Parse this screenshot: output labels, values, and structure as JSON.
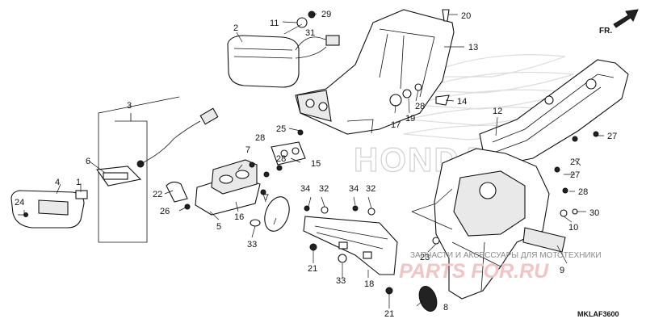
{
  "diagram": {
    "part_code": "MKLAF3600",
    "direction_label": "FR.",
    "brand_watermark": "HONDA",
    "watermark_text": "ЗАПЧАСТИ И АКСЕССУАРЫ ДЛЯ МОТОТЕХНИКИ",
    "watermark_logo": "PARTS FOR.RU",
    "callouts": [
      {
        "id": "c1",
        "text": "1"
      },
      {
        "id": "c2",
        "text": "2"
      },
      {
        "id": "c3",
        "text": "3"
      },
      {
        "id": "c4",
        "text": "4"
      },
      {
        "id": "c5",
        "text": "5"
      },
      {
        "id": "c6",
        "text": "6"
      },
      {
        "id": "c7a",
        "text": "7"
      },
      {
        "id": "c7b",
        "text": "7"
      },
      {
        "id": "c8",
        "text": "8"
      },
      {
        "id": "c9",
        "text": "9"
      },
      {
        "id": "c10",
        "text": "10"
      },
      {
        "id": "c11",
        "text": "11"
      },
      {
        "id": "c12",
        "text": "12"
      },
      {
        "id": "c13",
        "text": "13"
      },
      {
        "id": "c14",
        "text": "14"
      },
      {
        "id": "c15",
        "text": "15"
      },
      {
        "id": "c16",
        "text": "16"
      },
      {
        "id": "c17",
        "text": "17"
      },
      {
        "id": "c18",
        "text": "18"
      },
      {
        "id": "c19",
        "text": "19"
      },
      {
        "id": "c20",
        "text": "20"
      },
      {
        "id": "c21a",
        "text": "21"
      },
      {
        "id": "c21b",
        "text": "21"
      },
      {
        "id": "c22",
        "text": "22"
      },
      {
        "id": "c23",
        "text": "23"
      },
      {
        "id": "c24",
        "text": "24"
      },
      {
        "id": "c25",
        "text": "25"
      },
      {
        "id": "c26",
        "text": "26"
      },
      {
        "id": "c27a",
        "text": "27"
      },
      {
        "id": "c27b",
        "text": "27"
      },
      {
        "id": "c27c",
        "text": "27"
      },
      {
        "id": "c28a",
        "text": "28"
      },
      {
        "id": "c28b",
        "text": "28"
      },
      {
        "id": "c28c",
        "text": "28"
      },
      {
        "id": "c28d",
        "text": "28"
      },
      {
        "id": "c29",
        "text": "29"
      },
      {
        "id": "c30",
        "text": "30"
      },
      {
        "id": "c31",
        "text": "31"
      },
      {
        "id": "c32a",
        "text": "32"
      },
      {
        "id": "c32b",
        "text": "32"
      },
      {
        "id": "c33a",
        "text": "33"
      },
      {
        "id": "c33b",
        "text": "33"
      },
      {
        "id": "c34a",
        "text": "34"
      },
      {
        "id": "c34b",
        "text": "34"
      }
    ]
  }
}
